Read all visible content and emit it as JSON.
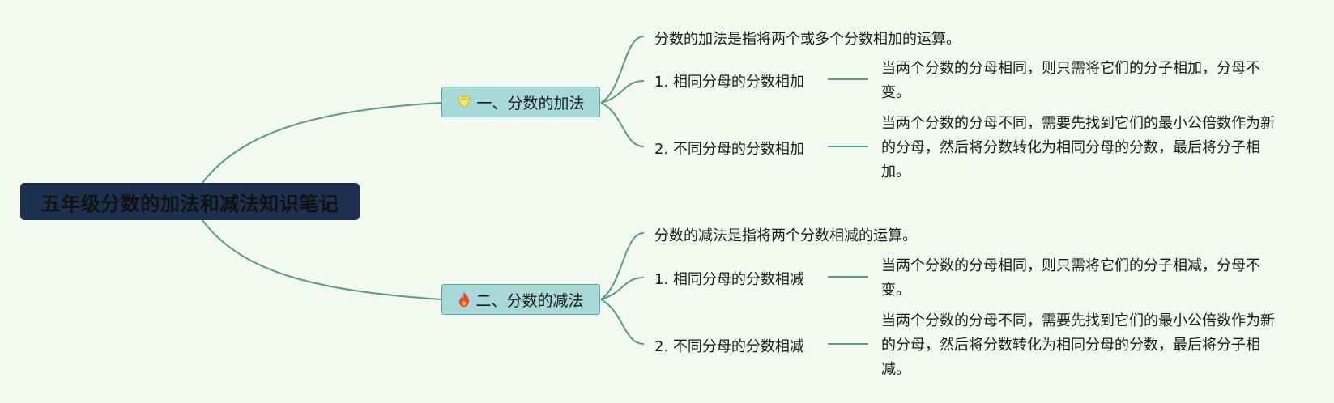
{
  "root": {
    "title": "五年级分数的加法和减法知识笔记"
  },
  "branches": [
    {
      "label": "一、分数的加法",
      "icon": "gem-icon",
      "children": [
        {
          "label": "分数的加法是指将两个或多个分数相加的运算。"
        },
        {
          "label": "1. 相同分母的分数相加",
          "detail": "当两个分数的分母相同，则只需将它们的分子相加，分母不变。"
        },
        {
          "label": "2. 不同分母的分数相加",
          "detail": "当两个分数的分母不同，需要先找到它们的最小公倍数作为新的分母，然后将分数转化为相同分母的分数，最后将分子相加。"
        }
      ]
    },
    {
      "label": "二、分数的减法",
      "icon": "fire-icon",
      "children": [
        {
          "label": "分数的减法是指将两个分数相减的运算。"
        },
        {
          "label": "1. 相同分母的分数相减",
          "detail": "当两个分数的分母相同，则只需将它们的分子相减，分母不变。"
        },
        {
          "label": "2. 不同分母的分数相减",
          "detail": "当两个分数的分母不同，需要先找到它们的最小公倍数作为新的分母，然后将分数转化为相同分母的分数，最后将分子相减。"
        }
      ]
    }
  ],
  "colors": {
    "background": "#f2f9ef",
    "root_fill": "#1e3050",
    "branch_fill": "#a8d8d8",
    "connector": "#5a9a8a"
  }
}
